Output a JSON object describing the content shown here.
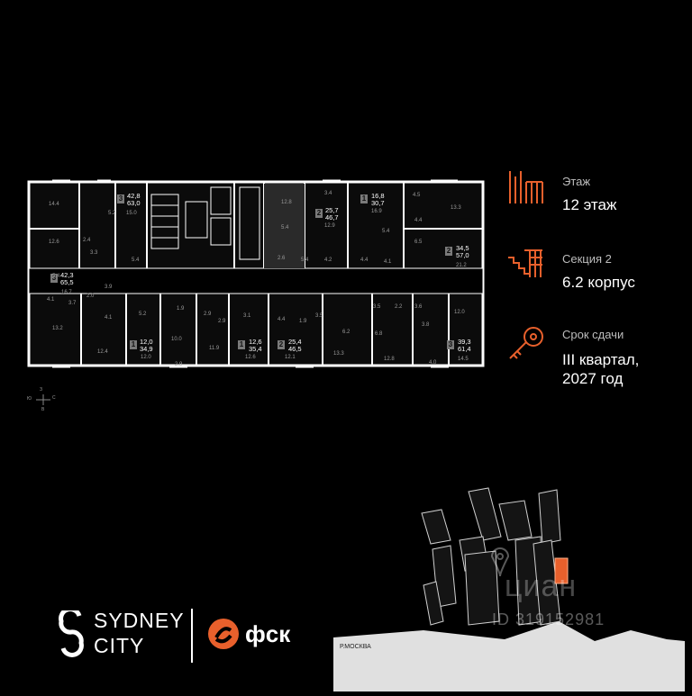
{
  "info": {
    "floor_label": "Этаж",
    "floor_value": "12 этаж",
    "section_label": "Секция 2",
    "section_value": "6.2 корпус",
    "deadline_label": "Срок сдачи",
    "deadline_line1": "III квартал,",
    "deadline_line2": "2027 год"
  },
  "compass": {
    "n": "З",
    "e": "С",
    "s": "В",
    "w": "Ю"
  },
  "apartments": [
    {
      "rooms": "3",
      "area1": "42,8",
      "area2": "63,0"
    },
    {
      "rooms": "2",
      "area1": "25,7",
      "area2": "46,7"
    },
    {
      "rooms": "1",
      "area1": "16,8",
      "area2": "30,7"
    },
    {
      "rooms": "2",
      "area1": "34,5",
      "area2": "57,0"
    },
    {
      "rooms": "3",
      "area1": "42,3",
      "area2": "65,5"
    },
    {
      "rooms": "1",
      "area1": "12,0",
      "area2": "34,9"
    },
    {
      "rooms": "1",
      "area1": "12,6",
      "area2": "35,4"
    },
    {
      "rooms": "2",
      "area1": "25,4",
      "area2": "46,5"
    },
    {
      "rooms": "3",
      "area1": "39,3",
      "area2": "61,4"
    }
  ],
  "room_numbers": [
    "14.4",
    "12.6",
    "2.4",
    "3.3",
    "5.2",
    "15.0",
    "5.4",
    "12.8",
    "5.4",
    "12.9",
    "3.4",
    "5.4",
    "4.2",
    "2.6",
    "16.9",
    "5.4",
    "4.4",
    "4.1",
    "4.5",
    "4.4",
    "6.5",
    "13.3",
    "21.2",
    "16.7",
    "3.9",
    "5.4",
    "4.1",
    "3.7",
    "2.0",
    "4.1",
    "13.2",
    "12.4",
    "5.2",
    "1.9",
    "10.0",
    "2.9",
    "12.0",
    "2.9",
    "2.9",
    "11.9",
    "3.1",
    "12.6",
    "4.4",
    "1.9",
    "12.1",
    "3.5",
    "6.2",
    "13.3",
    "3.5",
    "2.2",
    "3.6",
    "12.0",
    "6.8",
    "12.8",
    "3.8",
    "4.0",
    "14.5"
  ],
  "brand": {
    "sydney_line1": "SYDNEY",
    "sydney_line2": "CITY",
    "fsk": "фск"
  },
  "map": {
    "river": "Р.МОСКВА"
  },
  "watermark": {
    "name": "циан",
    "id": "ID 319152981"
  },
  "colors": {
    "accent": "#e8602c",
    "background": "#000000",
    "plan_line": "#ffffff"
  }
}
